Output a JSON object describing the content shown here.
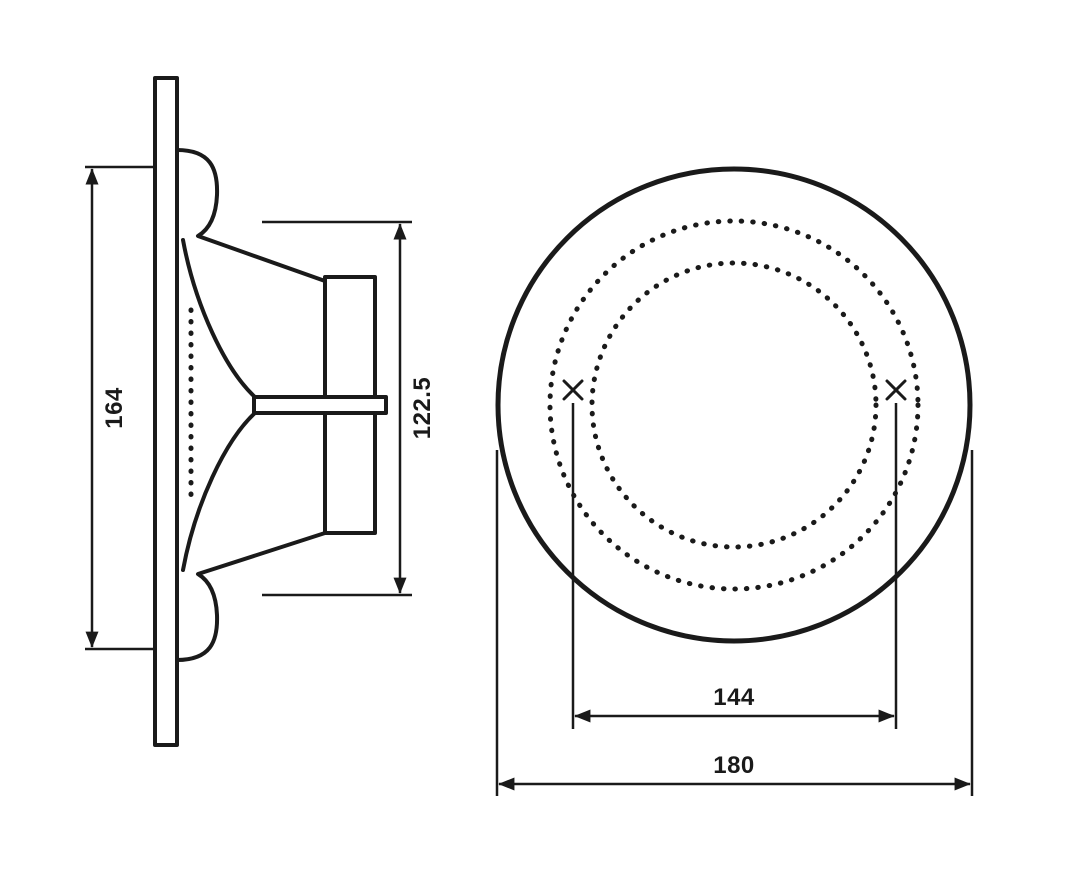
{
  "drawing": {
    "background_color": "#ffffff",
    "line_color": "#1a1a1a",
    "side_view": {
      "height_label": "164",
      "depth_label": "122.5"
    },
    "front_view": {
      "hole_spacing_label": "144",
      "diameter_label": "180"
    }
  }
}
